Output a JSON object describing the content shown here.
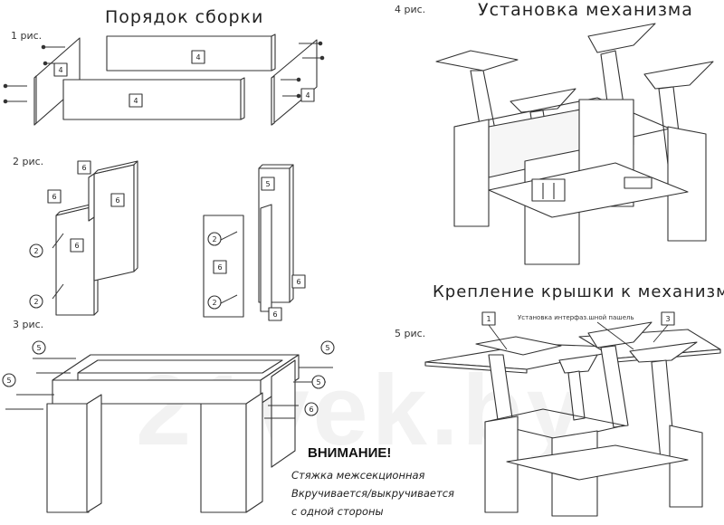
{
  "titles": {
    "assembly_order": "Порядок сборки",
    "mechanism_install": "Установка механизма",
    "top_attach": "Крепление крышки к механизму"
  },
  "figures": {
    "fig1": "1 рис.",
    "fig2": "2 рис.",
    "fig3": "3 рис.",
    "fig4": "4 рис.",
    "fig5": "5 рис."
  },
  "part_numbers": {
    "p4": "4",
    "p5": "5",
    "p6": "6",
    "p2": "2",
    "p1": "1",
    "p3": "3"
  },
  "warning": {
    "heading": "ВНИМАНИЕ!",
    "line1": "Стяжка межсекционная",
    "line2": "Вкручивается/выкручивается",
    "line3": "с одной стороны"
  },
  "callout": "Установка интерфаз.шной пашель",
  "watermark": "21vek.by"
}
